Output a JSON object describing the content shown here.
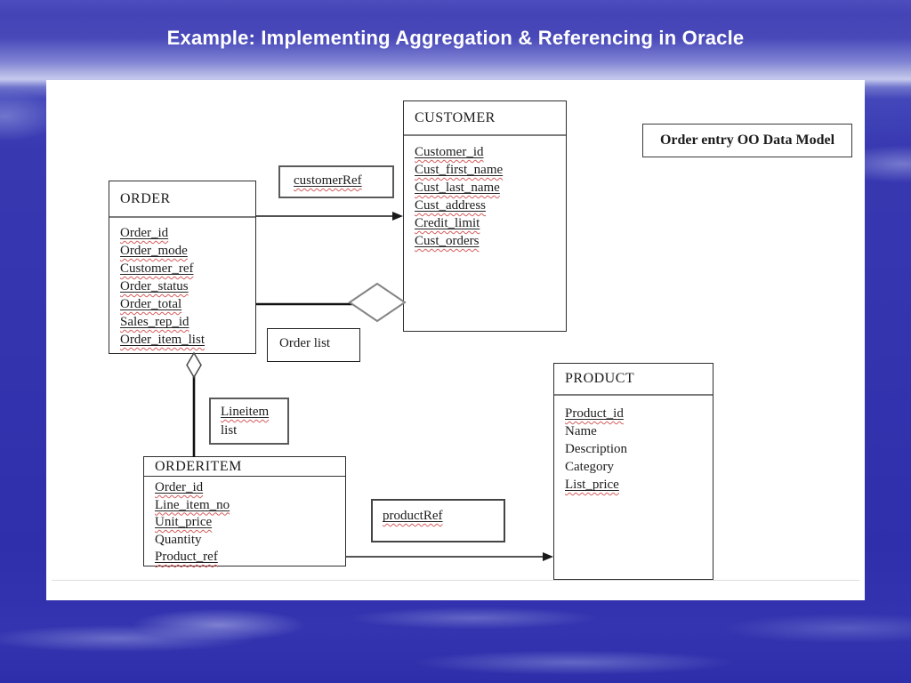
{
  "slide": {
    "title": "Example: Implementing Aggregation & Referencing in Oracle"
  },
  "note_box": {
    "label": "Order entry OO Data Model"
  },
  "entities": {
    "customer": {
      "title": "CUSTOMER",
      "attrs": [
        {
          "name": "Customer_id",
          "flagged": true
        },
        {
          "name": "Cust_first_name",
          "flagged": true
        },
        {
          "name": "Cust_last_name",
          "flagged": true
        },
        {
          "name": "Cust_address",
          "flagged": true
        },
        {
          "name": "Credit_limit",
          "flagged": true
        },
        {
          "name": "Cust_orders",
          "flagged": true
        }
      ]
    },
    "order": {
      "title": "ORDER",
      "attrs": [
        {
          "name": "Order_id",
          "flagged": true
        },
        {
          "name": "Order_mode",
          "flagged": true
        },
        {
          "name": "Customer_ref",
          "flagged": true
        },
        {
          "name": "Order_status",
          "flagged": true
        },
        {
          "name": "Order_total",
          "flagged": true
        },
        {
          "name": "Sales_rep_id",
          "flagged": true
        },
        {
          "name": "Order_item_list",
          "flagged": true
        }
      ]
    },
    "product": {
      "title": "PRODUCT",
      "attrs": [
        {
          "name": "Product_id",
          "flagged": true
        },
        {
          "name": "Name",
          "flagged": false
        },
        {
          "name": "Description",
          "flagged": false
        },
        {
          "name": "Category",
          "flagged": false
        },
        {
          "name": "List_price",
          "flagged": true
        }
      ]
    },
    "orderitem": {
      "title": "ORDERITEM",
      "attrs": [
        {
          "name": "Order_id",
          "flagged": true
        },
        {
          "name": "Line_item_no",
          "flagged": true
        },
        {
          "name": "Unit_price",
          "flagged": true
        },
        {
          "name": "Quantity",
          "flagged": false
        },
        {
          "name": "Product_ref",
          "flagged": true
        }
      ]
    }
  },
  "labels": {
    "customer_ref": {
      "text": "customerRef",
      "flagged": true
    },
    "order_list": {
      "text": "Order list",
      "flagged": false
    },
    "lineitem_list": {
      "line1": "Lineitem",
      "line1_flagged": true,
      "line2": "list",
      "line2_flagged": false
    },
    "product_ref": {
      "text": "productRef",
      "flagged": true
    }
  },
  "colors": {
    "background_blue": "#3434af",
    "top_fade": "#c6c9ee",
    "panel": "#ffffff",
    "title_text": "#ffffff",
    "text": "#1c1c1c",
    "squiggle_red": "#d65c5c",
    "box_border": "#2e2e2e",
    "diamond_stroke": "#858585"
  }
}
